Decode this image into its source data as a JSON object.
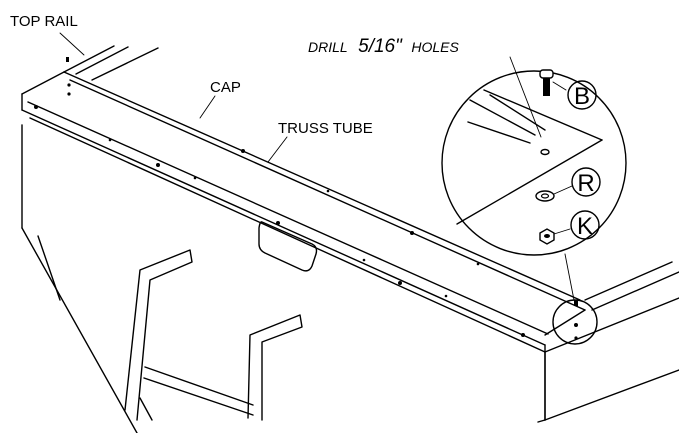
{
  "labels": {
    "top_rail": "TOP RAIL",
    "cap": "CAP",
    "truss_tube": "TRUSS TUBE",
    "drill_prefix": "DRILL",
    "drill_size": "5/16\"",
    "drill_suffix": "HOLES",
    "callout_b": "B",
    "callout_r": "R",
    "callout_k": "K"
  }
}
